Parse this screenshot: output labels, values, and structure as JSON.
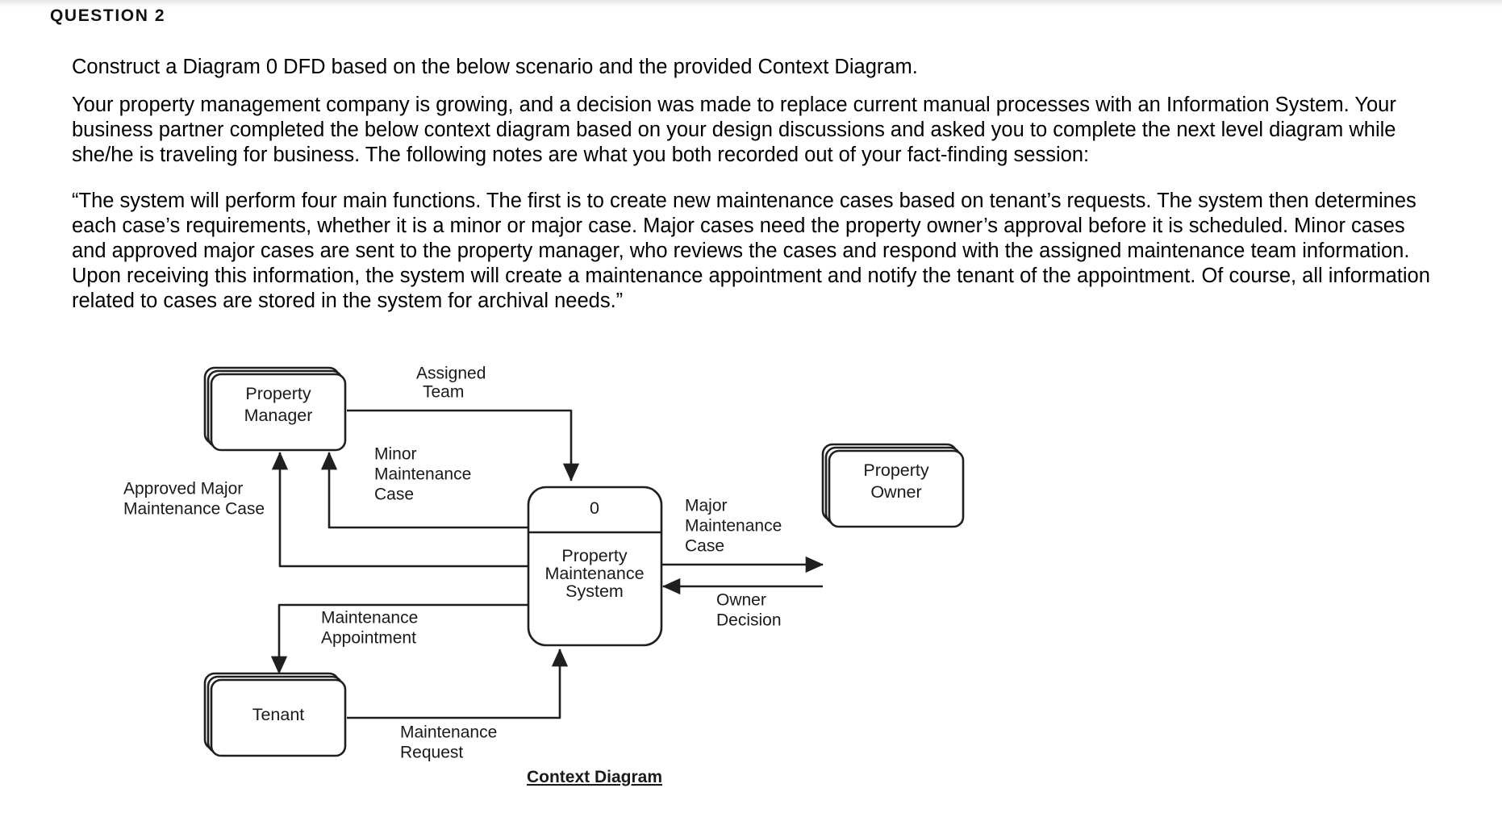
{
  "document": {
    "question_heading": "QUESTION 2",
    "paragraphs": [
      "Construct a Diagram 0 DFD based on the below scenario and the provided Context Diagram.",
      "Your property management company is growing, and a decision was made to replace current manual processes with an Information System. Your business partner completed the below context diagram based on your design discussions and asked you to complete the next level diagram while she/he is traveling for business. The following notes are what you both recorded out of your fact-finding session:",
      "“The system will perform four main functions. The first is to create new maintenance cases based on tenant’s requests. The system then determines each case’s requirements, whether it is a minor or major case. Major cases need the property owner’s approval before it is scheduled. Minor cases and approved major cases are sent to the property manager, who reviews the cases and respond with the assigned maintenance team information. Upon receiving this information, the system will create a maintenance appointment and notify the tenant of the appointment. Of course, all information related to cases are stored in the system for archival needs.”"
    ]
  },
  "diagram": {
    "caption": "Context Diagram",
    "process": {
      "number": "0",
      "name_line1": "Property",
      "name_line2": "Maintenance",
      "name_line3": "System"
    },
    "entities": [
      {
        "id": "property-manager",
        "line1": "Property",
        "line2": "Manager"
      },
      {
        "id": "property-owner",
        "line1": "Property",
        "line2": "Owner"
      },
      {
        "id": "tenant",
        "line1": "Tenant",
        "line2": ""
      }
    ],
    "flows": [
      {
        "id": "assigned-team",
        "line1": "Assigned",
        "line2": "Team",
        "line3": "",
        "from": "property-manager",
        "to": "process"
      },
      {
        "id": "minor-maintenance-case",
        "line1": "Minor",
        "line2": "Maintenance",
        "line3": "Case",
        "from": "process",
        "to": "property-manager"
      },
      {
        "id": "approved-major-maintenance-case",
        "line1": "Approved Major",
        "line2": "Maintenance Case",
        "line3": "",
        "from": "process",
        "to": "property-manager"
      },
      {
        "id": "major-maintenance-case",
        "line1": "Major",
        "line2": "Maintenance",
        "line3": "Case",
        "from": "process",
        "to": "property-owner"
      },
      {
        "id": "owner-decision",
        "line1": "Owner",
        "line2": "Decision",
        "line3": "",
        "from": "property-owner",
        "to": "process"
      },
      {
        "id": "maintenance-appointment",
        "line1": "Maintenance",
        "line2": "Appointment",
        "line3": "",
        "from": "process",
        "to": "tenant"
      },
      {
        "id": "maintenance-request",
        "line1": "Maintenance",
        "line2": "Request",
        "line3": "",
        "from": "tenant",
        "to": "process"
      }
    ]
  },
  "colors": {
    "stroke": "#1f1f1f",
    "text": "#000000",
    "background": "#ffffff"
  }
}
